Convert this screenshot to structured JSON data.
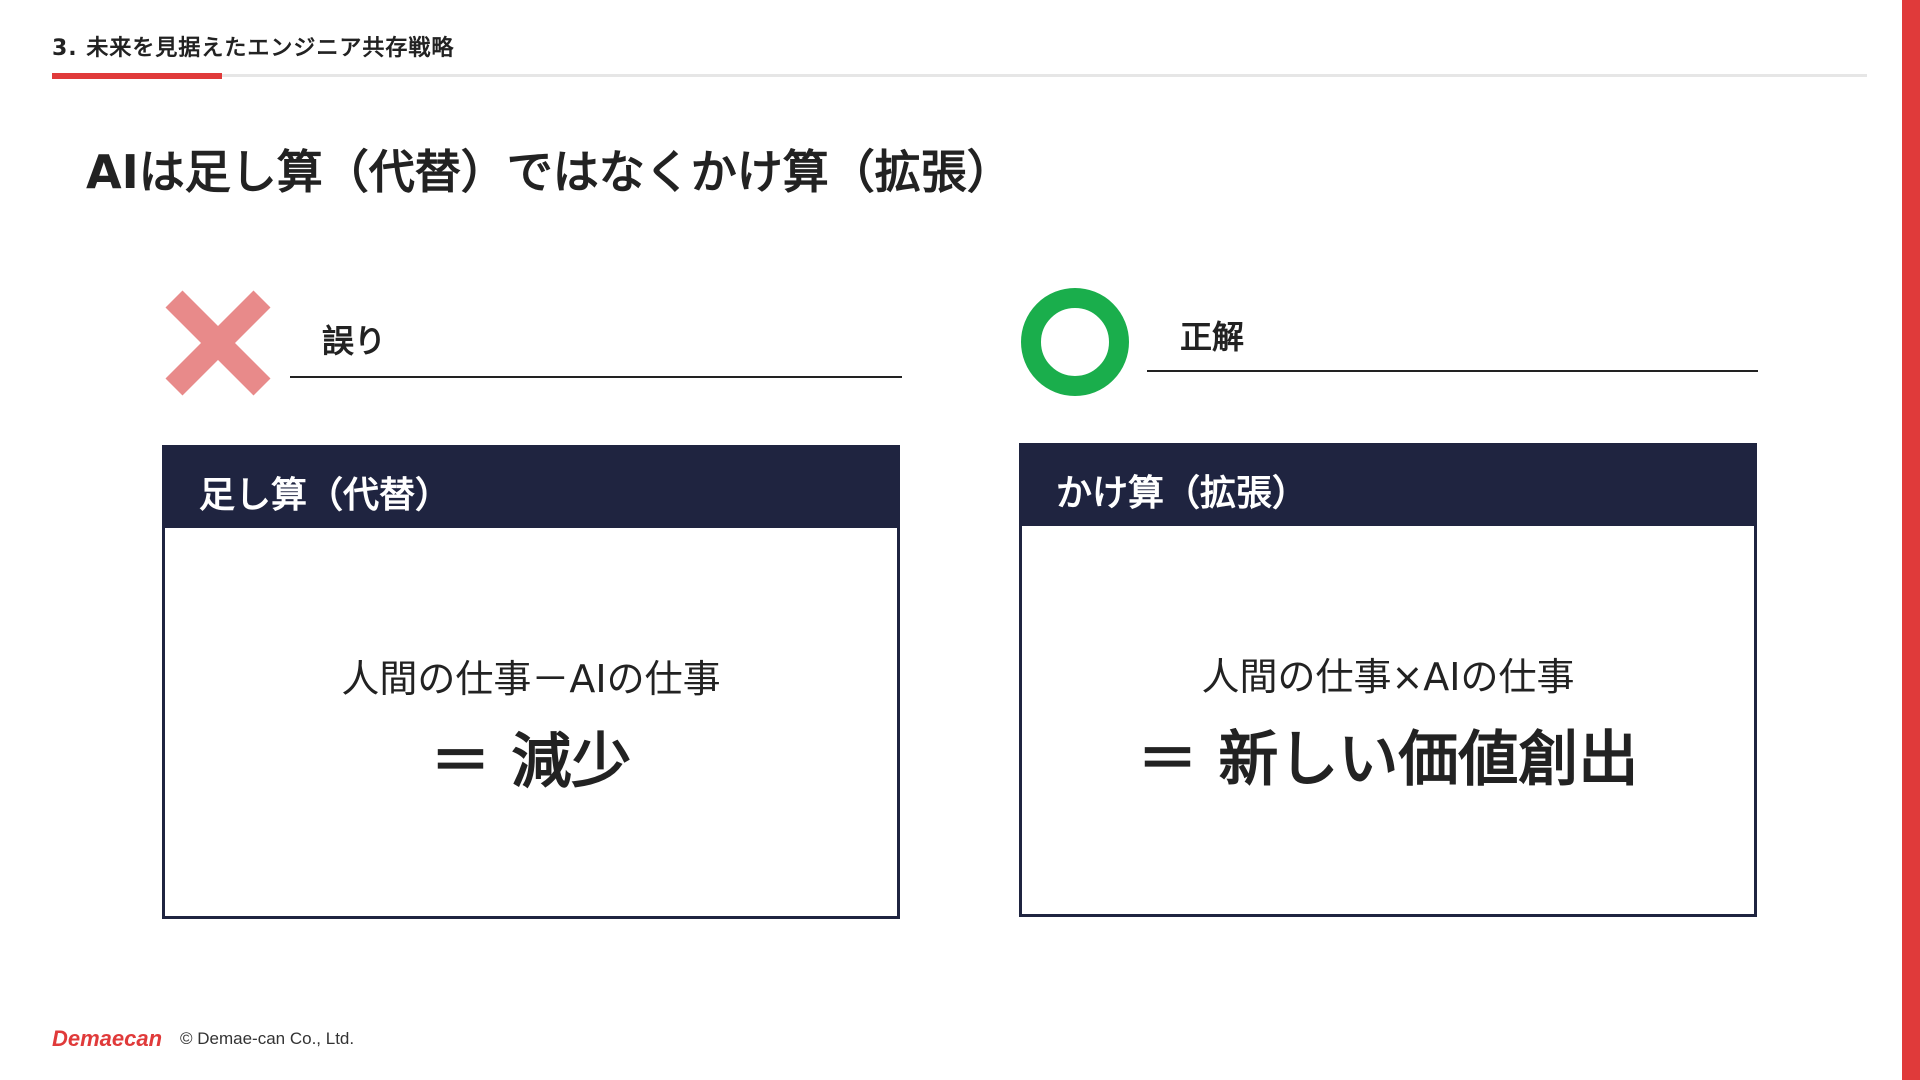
{
  "header": {
    "section_label": "3. 未来を見据えたエンジニア共存戦略"
  },
  "title": "AIは足し算（代替）ではなくかけ算（拡張）",
  "wrong": {
    "label": "誤り",
    "icon": "cross-icon",
    "color": "#e88a8a",
    "card_title": "足し算（代替）",
    "line1": "人間の仕事－AIの仕事",
    "line2": "＝ 減少"
  },
  "correct": {
    "label": "正解",
    "icon": "circle-icon",
    "color": "#1aae4c",
    "card_title": "かけ算（拡張）",
    "line1": "人間の仕事×AIの仕事",
    "line2": "＝ 新しい価値創出"
  },
  "footer": {
    "logo": "Demaecan",
    "copyright": "© Demae-can Co., Ltd."
  },
  "colors": {
    "accent": "#e03a3a",
    "card_header": "#1f2440"
  }
}
